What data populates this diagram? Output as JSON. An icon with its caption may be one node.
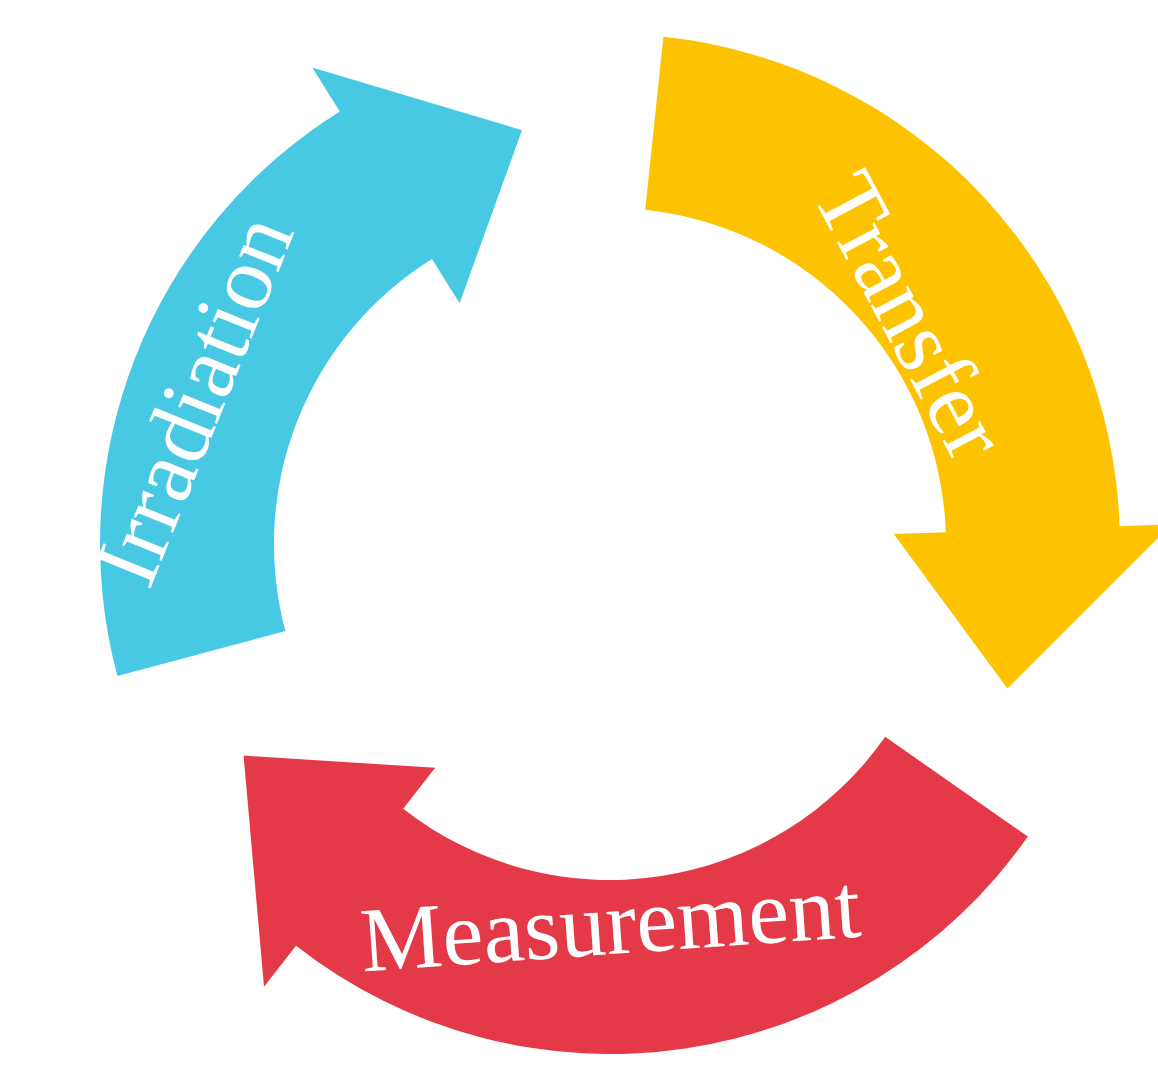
{
  "diagram": {
    "nodes": [
      {
        "text": [
          "Irradiation"
        ]
      },
      {
        "text": [
          "Transfer"
        ]
      },
      {
        "text": [
          "Measurement"
        ]
      }
    ]
  }
}
